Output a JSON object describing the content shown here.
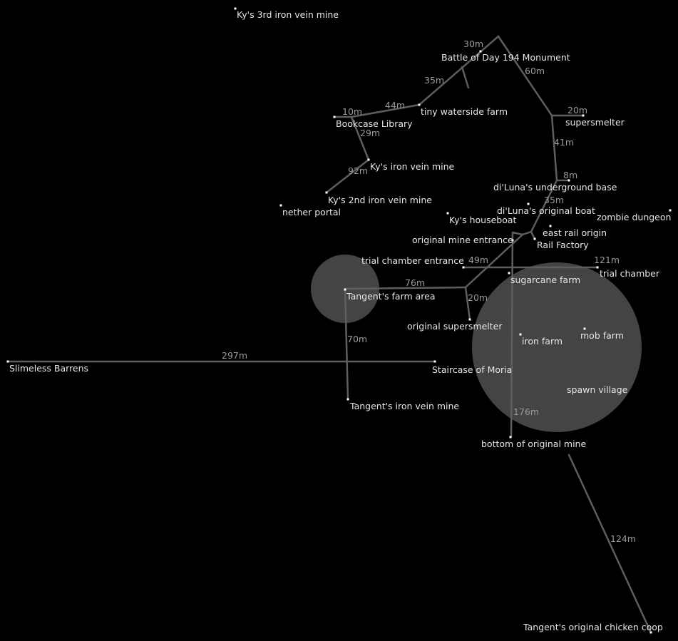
{
  "map": {
    "places": [
      "Ky's 3rd iron vein mine",
      "Battle of Day 194 Monument",
      "tiny waterside farm",
      "Bookcase Library",
      "Ky's iron vein mine",
      "Ky's 2nd iron vein mine",
      "nether portal",
      "supersmelter",
      "di'Luna's underground base",
      "di'Luna's original boat",
      "Ky's houseboat",
      "zombie dungeon",
      "east rail origin",
      "original mine entrance",
      "Rail Factory",
      "trial chamber entrance",
      "trial chamber",
      "sugarcane farm",
      "Tangent's farm area",
      "original supersmelter",
      "iron farm",
      "mob farm",
      "Slimeless Barrens",
      "Staircase of Moria",
      "spawn village",
      "Tangent's iron vein mine",
      "bottom of original mine",
      "Tangent's original chicken coop"
    ],
    "distances": [
      "30m",
      "35m",
      "60m",
      "44m",
      "10m",
      "29m",
      "92m",
      "20m",
      "41m",
      "8m",
      "35m",
      "49m",
      "121m",
      "76m",
      "20m",
      "70m",
      "297m",
      "176m",
      "124m"
    ],
    "colors": {
      "background": "#000000",
      "route": "#5e5e5e",
      "zone": "#444444",
      "place_text": "#e6e6e6",
      "distance_text": "#9a9a9a"
    }
  }
}
